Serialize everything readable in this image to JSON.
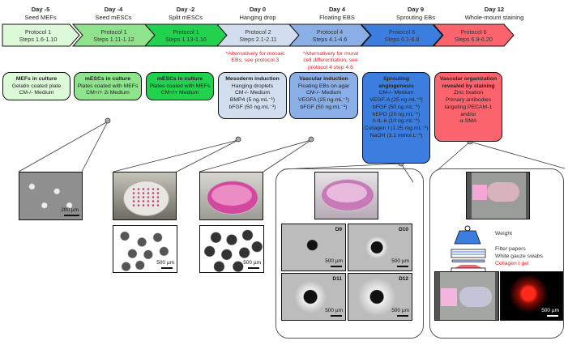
{
  "timeline": [
    {
      "day": "Day -5",
      "step": "Seed MEFs",
      "protocol": "Protocol 1",
      "steps": "Steps 1.6-1.10",
      "color": "#dcf9d8"
    },
    {
      "day": "Day -4",
      "step": "Seed mESCs",
      "protocol": "Protocol 1",
      "steps": "Steps 1.11-1.12",
      "color": "#8ee38c"
    },
    {
      "day": "Day -2",
      "step": "Split mESCs",
      "protocol": "Protocol 1",
      "steps": "Steps 1.13-1.16",
      "color": "#22d24e"
    },
    {
      "day": "Day 0",
      "step": "Hanging drop",
      "protocol": "Protocol 2",
      "steps": "Steps 2.1-2.11",
      "color": "#d2deee"
    },
    {
      "day": "Day 4",
      "step": "Floating EBS",
      "protocol": "Protocol 4",
      "steps": "Steps 4.1-4.6",
      "color": "#8aaee6"
    },
    {
      "day": "Day 9",
      "step": "Sprouting EBs",
      "protocol": "Protocol 6",
      "steps": "Steps 6.1-6.8",
      "color": "#3c7ee0"
    },
    {
      "day": "Day 12",
      "step": "Whole-mount staining",
      "protocol": "Protocol 6",
      "steps": "Steps 6.9-6.20",
      "color": "#fb646c"
    }
  ],
  "notes": {
    "mosaic": [
      "*Alternatively for mosaic",
      "EBs, see protocol 3"
    ],
    "mural": [
      "*Alternatively for mural",
      "cell differentiation, see",
      "protocol 4 step 4.6"
    ]
  },
  "boxes": [
    {
      "title": "MEFs in culture",
      "lines": [
        "Gelatin coated plate",
        "CM-/- Medium"
      ]
    },
    {
      "title": "mESCs in culture",
      "lines": [
        "Plates coated with MEFs",
        "CM+/+ 2i Medium"
      ]
    },
    {
      "title": "mESCs in culture",
      "lines": [
        "Plates coated with MEFs",
        "CM+/+ Medium"
      ]
    },
    {
      "title": "Mesoderm induction",
      "lines": [
        "Hanging droplets",
        "CM-/- Medium",
        "BMP4 (5 ng.mL⁻¹)",
        "bFGF (50 ng.mL⁻¹)"
      ]
    },
    {
      "title": "Vascular induction",
      "lines": [
        "Floating EBs on agar",
        "CM-/- Medium",
        "VEGFA (25 ng.mL⁻¹)",
        "bFGF (50 ng.mL⁻¹)"
      ]
    },
    {
      "title": "Sprouting angiogenesis",
      "lines": [
        "CM-/- Medium",
        "VEGF-A (25 ng.mL⁻¹)",
        "bFGF (50 ng.mL⁻¹)",
        "hEPO (20 ng.mL⁻¹)",
        "h IL-6 (10 ng.mL⁻¹)",
        "Collagen I (1.25 mg.mL⁻¹)",
        "NaOH (3.1 mmol.L⁻¹)"
      ]
    },
    {
      "title": "Vascular organization revealed by staining",
      "lines": [
        "Zinc fixation",
        "Primary antibodies",
        "targeting PECAM-1",
        "and/or",
        "α-SMA"
      ]
    }
  ],
  "scales": {
    "mefs": "200 µm",
    "um500": "500 µm"
  },
  "sprout_labels": [
    "D9",
    "D10",
    "D11",
    "D12"
  ],
  "legend": {
    "weight": "Weight",
    "filter": "Filter papers",
    "gauze": "White gauze swabs",
    "collagen": "Collagen I gel"
  }
}
